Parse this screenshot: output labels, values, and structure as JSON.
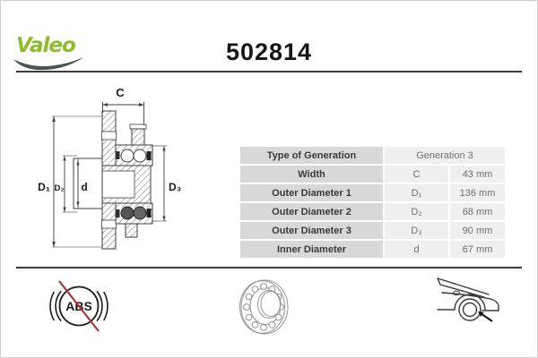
{
  "header": {
    "brand": "Valeo",
    "part_number": "502814"
  },
  "drawing": {
    "dim_c": "C",
    "dim_d1": "D₁",
    "dim_d2": "D₂",
    "dim_d": "d",
    "dim_d3": "D₃"
  },
  "table": {
    "rows": [
      {
        "label": "Type of Generation",
        "symbol": "",
        "value": "Generation 3"
      },
      {
        "label": "Width",
        "symbol": "C",
        "value": "43 mm"
      },
      {
        "label": "Outer Diameter 1",
        "symbol": "D₁",
        "value": "136 mm"
      },
      {
        "label": "Outer Diameter 2",
        "symbol": "D₂",
        "value": "68 mm"
      },
      {
        "label": "Outer Diameter 3",
        "symbol": "D₃",
        "value": "90 mm"
      },
      {
        "label": "Inner Diameter",
        "symbol": "d",
        "value": "67 mm"
      }
    ]
  },
  "footer": {
    "abs_label": "ABS"
  },
  "colors": {
    "brand_green": "#8cbe2b",
    "swoosh_dark": "#49544b",
    "rule_gray": "#3c3c3c",
    "abs_cross_red": "#a83434",
    "table_label_bg": "#d8d8d8",
    "table_value_bg": "#efefef"
  }
}
